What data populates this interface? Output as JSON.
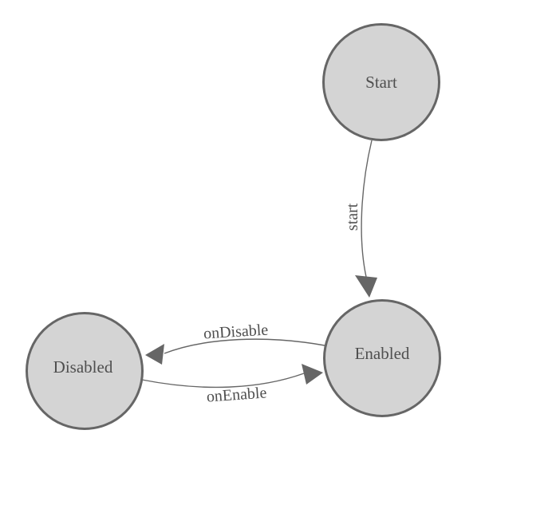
{
  "diagram": {
    "nodes": [
      {
        "id": "start",
        "label": "Start"
      },
      {
        "id": "enabled",
        "label": "Enabled"
      },
      {
        "id": "disabled",
        "label": "Disabled"
      }
    ],
    "edges": [
      {
        "from": "Start",
        "to": "Enabled",
        "label": "start"
      },
      {
        "from": "Enabled",
        "to": "Disabled",
        "label": "onDisable"
      },
      {
        "from": "Disabled",
        "to": "Enabled",
        "label": "onEnable"
      }
    ]
  },
  "colors": {
    "background": "#ffffff",
    "node_fill": "#d4d4d4",
    "node_stroke": "#666666",
    "edge_stroke": "#666666",
    "arrow_fill": "#666666",
    "text": "#4f4f4f"
  }
}
